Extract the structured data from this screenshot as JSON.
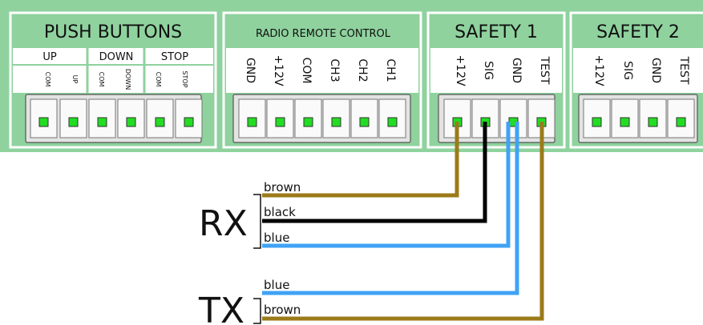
{
  "board": {
    "colors": {
      "board": "#8fd29e",
      "label_bg": "#ffffff",
      "terminal_body": "#e3e3e3",
      "pin": "#22dd22",
      "border": "#555555"
    },
    "push_buttons": {
      "title": "PUSH BUTTONS",
      "groups": [
        "UP",
        "DOWN",
        "STOP"
      ],
      "pins": [
        "COM",
        "UP",
        "COM",
        "DOWN",
        "COM",
        "STOP"
      ]
    },
    "radio_remote": {
      "title": "RADIO REMOTE CONTROL",
      "pins": [
        "GND",
        "+12V",
        "COM",
        "CH3",
        "CH2",
        "CH1"
      ]
    },
    "safety1": {
      "title": "SAFETY 1",
      "pins": [
        "+12V",
        "SIG",
        "GND",
        "TEST"
      ]
    },
    "safety2": {
      "title": "SAFETY 2",
      "pins": [
        "+12V",
        "SIG",
        "GND",
        "TEST"
      ]
    }
  },
  "wiring": {
    "rx": {
      "label": "RX",
      "wires": [
        {
          "label": "brown",
          "color": "#9b7b19",
          "pin": "+12V"
        },
        {
          "label": "black",
          "color": "#000000",
          "pin": "SIG"
        },
        {
          "label": "blue",
          "color": "#3fa3f5",
          "pin": "GND"
        }
      ]
    },
    "tx": {
      "label": "TX",
      "wires": [
        {
          "label": "blue",
          "color": "#3fa3f5",
          "pin": "GND"
        },
        {
          "label": "brown",
          "color": "#9b7b19",
          "pin": "TEST"
        }
      ]
    }
  }
}
